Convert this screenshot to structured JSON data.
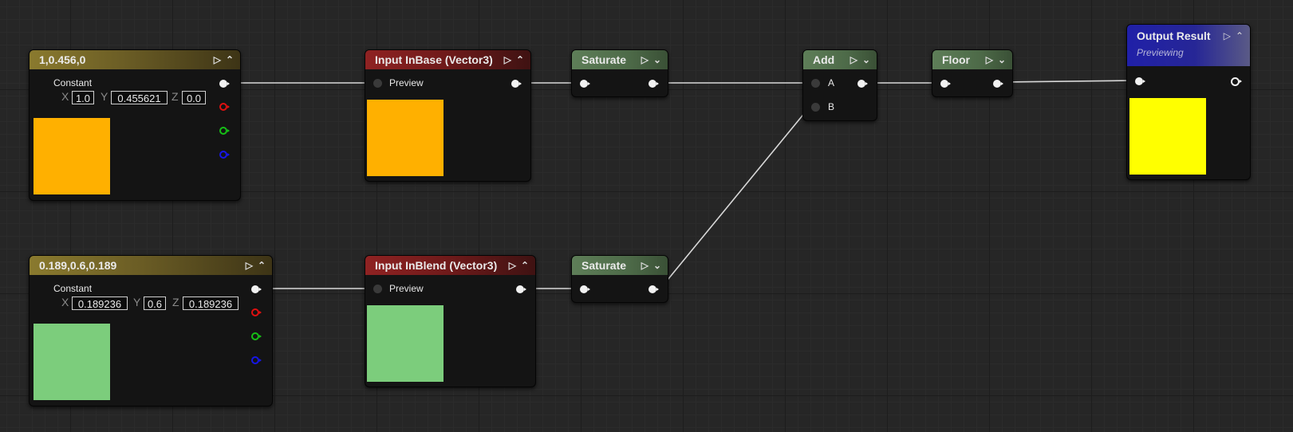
{
  "colors": {
    "orange": "#ffb000",
    "green": "#7ccd7c",
    "yellow": "#ffff00",
    "wire": "#d8d8d8",
    "pin_red": "#e01010",
    "pin_green": "#16c016",
    "pin_blue": "#1616e8"
  },
  "const1": {
    "title": "1,0.456,0",
    "label": "Constant",
    "x_label": "X",
    "x_value": "1.0",
    "y_label": "Y",
    "y_value": "0.455621",
    "z_label": "Z",
    "z_value": "0.0"
  },
  "const2": {
    "title": "0.189,0.6,0.189",
    "label": "Constant",
    "x_label": "X",
    "x_value": "0.189236",
    "y_label": "Y",
    "y_value": "0.6",
    "z_label": "Z",
    "z_value": "0.189236"
  },
  "input_base": {
    "title": "Input InBase (Vector3)",
    "preview_label": "Preview"
  },
  "input_blend": {
    "title": "Input InBlend (Vector3)",
    "preview_label": "Preview"
  },
  "saturate1": {
    "title": "Saturate"
  },
  "saturate2": {
    "title": "Saturate"
  },
  "add": {
    "title": "Add",
    "pin_a": "A",
    "pin_b": "B"
  },
  "floor": {
    "title": "Floor"
  },
  "output": {
    "title": "Output Result",
    "subtitle": "Previewing"
  }
}
